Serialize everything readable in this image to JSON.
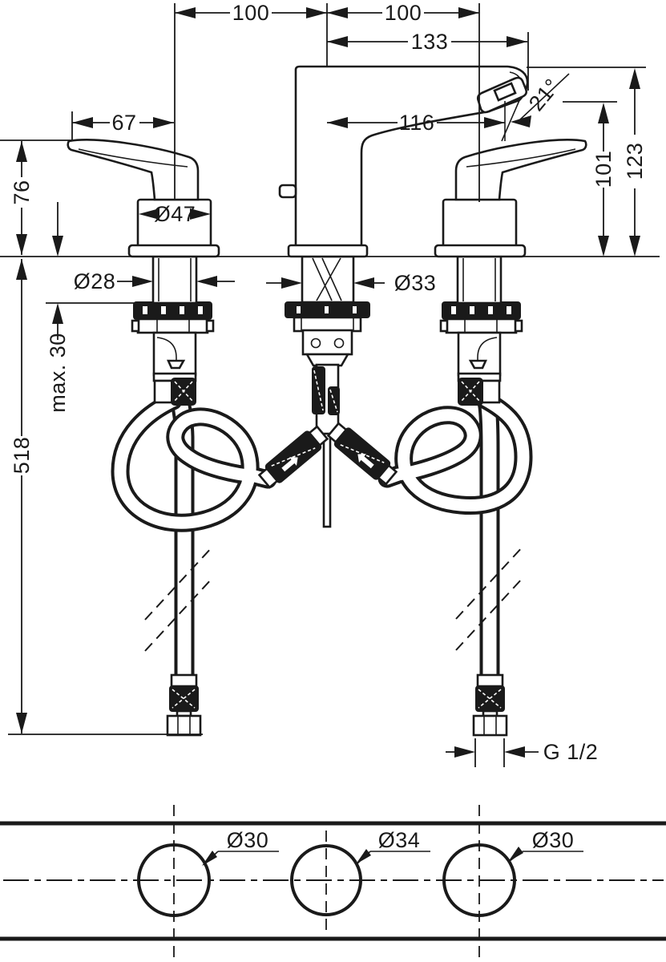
{
  "colors": {
    "ink": "#1a1a1a",
    "background": "#ffffff"
  },
  "elevation": {
    "dims": {
      "spacing_left": "100",
      "spacing_right": "100",
      "spout_reach_total": "133",
      "handle_length": "67",
      "spout_reach_aerator": "116",
      "aerator_angle": "21°",
      "handle_height": "76",
      "handle_diameter": "Ø47",
      "shank_diameter": "Ø28",
      "body_diameter": "Ø33",
      "max_deck_thickness": "max. 30",
      "hose_length": "518",
      "outlet_height": "101",
      "total_height": "123",
      "supply_thread": "G 1/2"
    }
  },
  "plan": {
    "holes": [
      {
        "label": "Ø30"
      },
      {
        "label": "Ø34"
      },
      {
        "label": "Ø30"
      }
    ]
  }
}
